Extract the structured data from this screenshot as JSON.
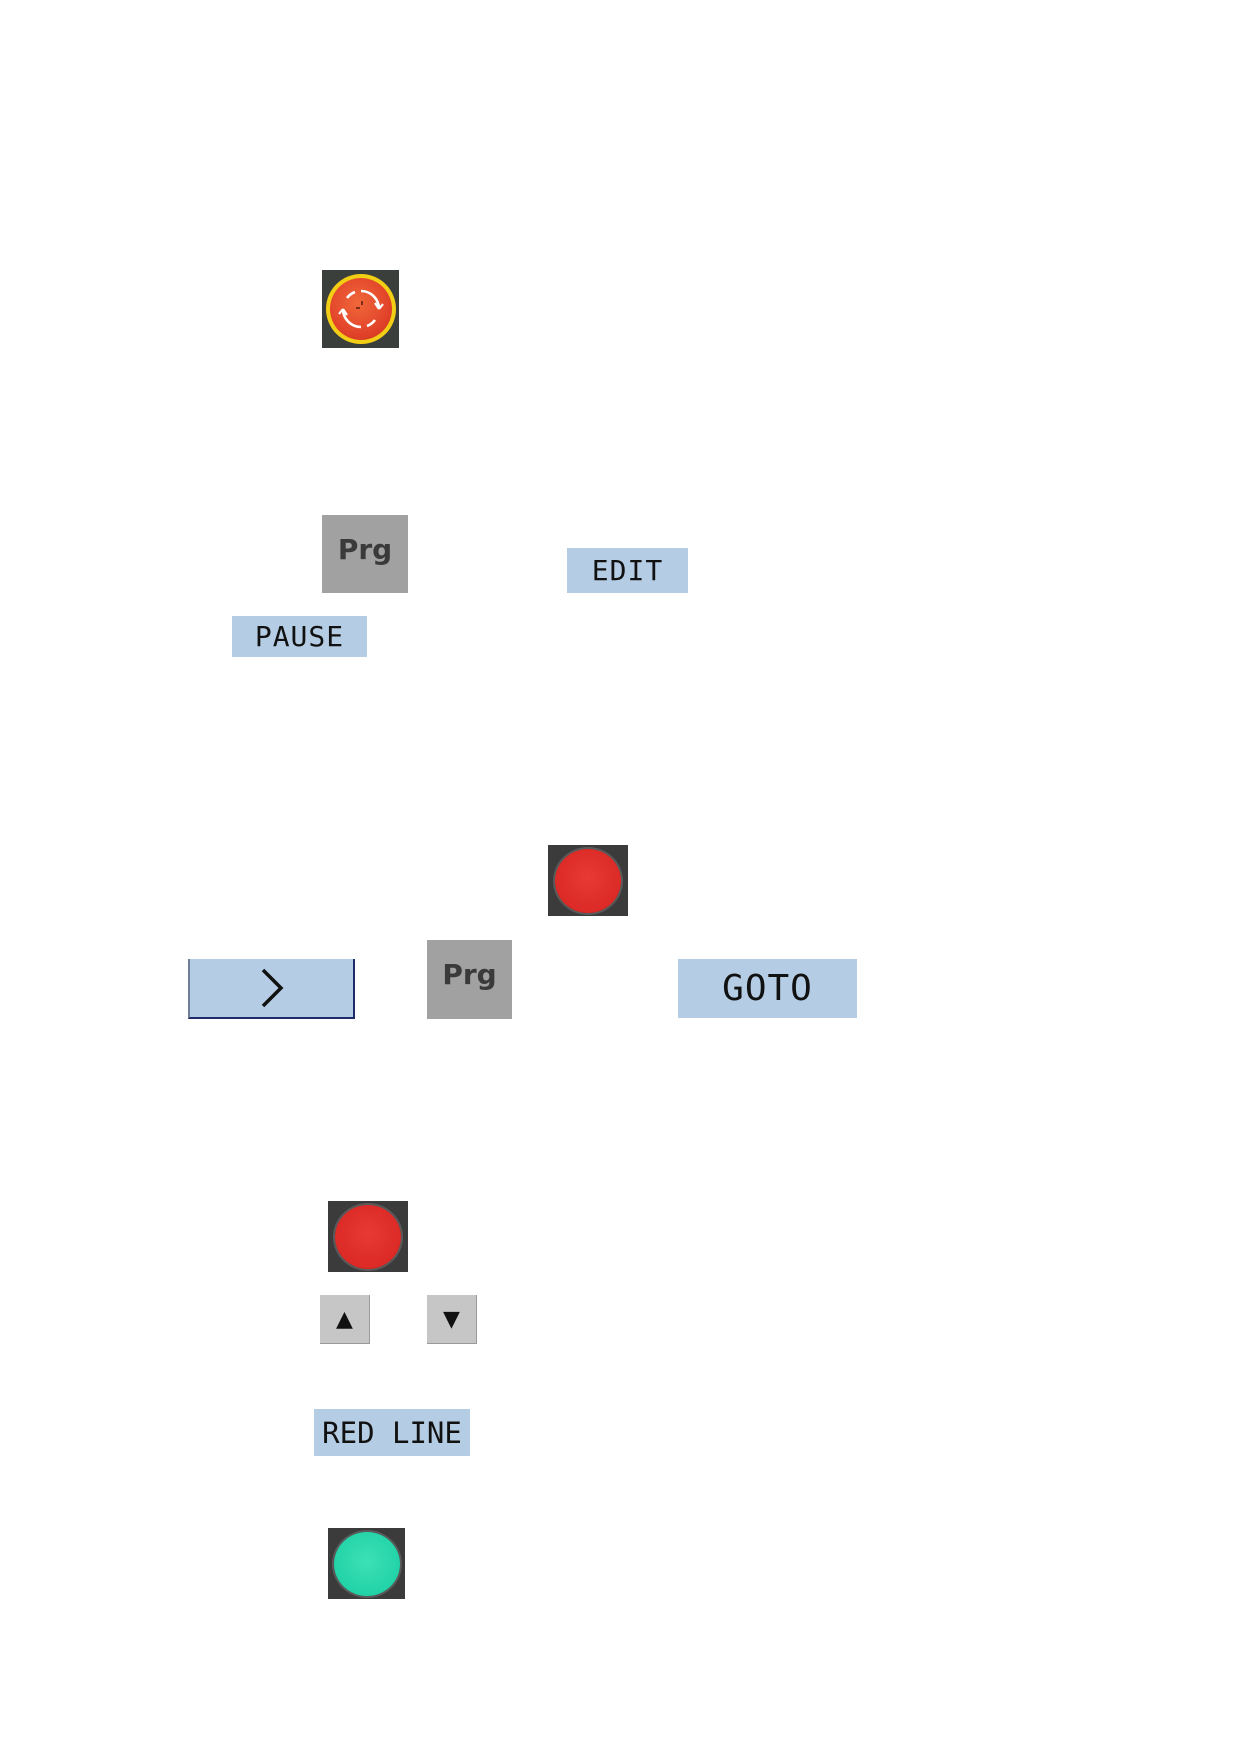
{
  "keys": {
    "prg_label_1": "Prg",
    "edit_label": "EDIT",
    "pause_label": "PAUSE",
    "prg_label_2": "Prg",
    "goto_label": "GOTO",
    "up_arrow": "▲",
    "down_arrow": "▼",
    "red_line_label": "RED LINE"
  },
  "icons": {
    "emergency_stop": "emergency-stop-icon",
    "red_lamp": "red-lamp-button",
    "green_lamp": "green-lamp-button",
    "next_arrow": "chevron-right-icon"
  },
  "colors": {
    "softkey_blue": "#b5cde4",
    "prg_grey": "#a1a1a1",
    "lamp_red": "#dc2a26",
    "lamp_green": "#22d3a7",
    "estop_yellow": "#f2cf14",
    "estop_red": "#e2442a"
  }
}
